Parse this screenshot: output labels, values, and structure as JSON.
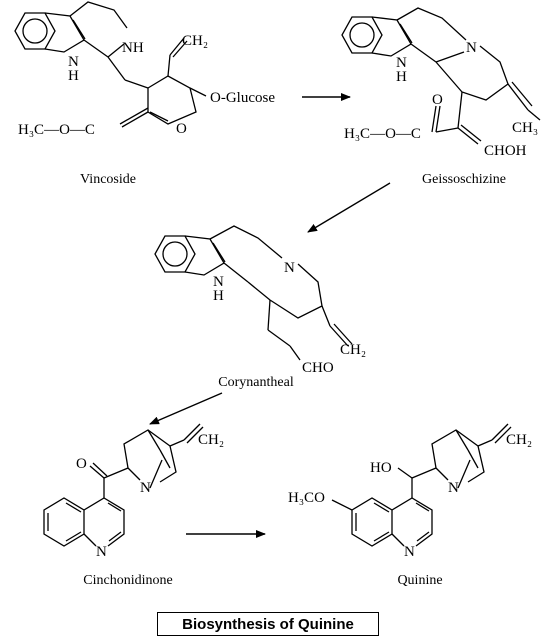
{
  "caption": "Biosynthesis of Quinine",
  "compounds": {
    "vincoside": {
      "name": "Vincoside",
      "atoms": {
        "nh1": "N",
        "h1": "H",
        "nh2": "NH",
        "ch2": "CH₂",
        "o_glucose": "O-Glucose",
        "methoxy": "H₃C—O—C",
        "o_ring": "O"
      }
    },
    "geissoschizine": {
      "name": "Geissoschizine",
      "atoms": {
        "n1": "N",
        "h1": "H",
        "n2": "N",
        "o_carbonyl": "O",
        "methoxy": "H₃C—O—C",
        "ch3": "CH₃",
        "chohh": "CHOH"
      }
    },
    "corynantheal": {
      "name": "Corynantheal",
      "atoms": {
        "n1": "N",
        "h1": "H",
        "n2": "N",
        "ch2": "CH₂",
        "cho": "CHO"
      }
    },
    "cinchonidinone": {
      "name": "Cinchonidinone",
      "atoms": {
        "o": "O",
        "n_bridge": "N",
        "n_quin": "N",
        "ch2": "CH₂"
      }
    },
    "quinine": {
      "name": "Quinine",
      "atoms": {
        "ho": "HO",
        "h3co": "H₃CO",
        "n_bridge": "N",
        "n_quin": "N",
        "ch2": "CH₂"
      }
    }
  }
}
